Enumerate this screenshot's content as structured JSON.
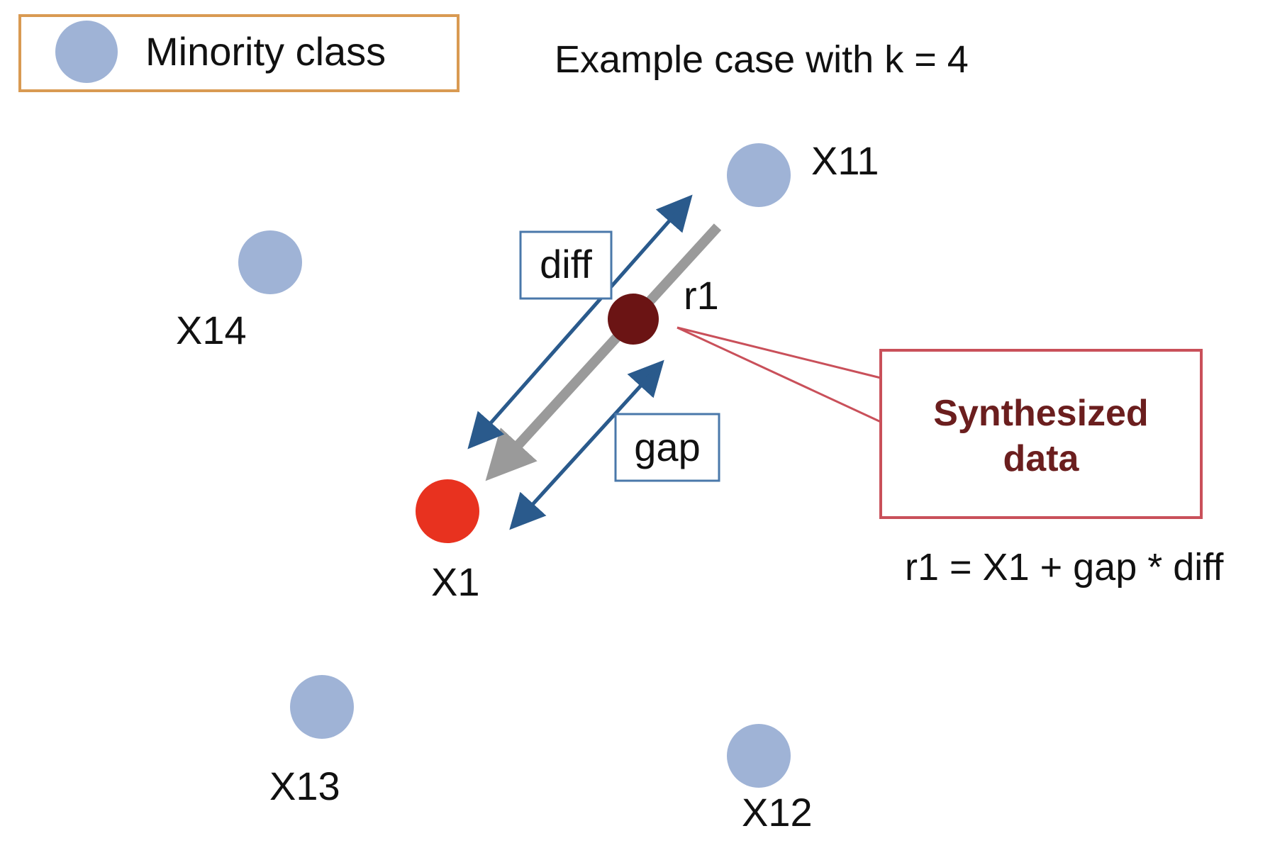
{
  "legend": {
    "label": "Minority class"
  },
  "title": "Example case with k = 4",
  "points": {
    "x1": "X1",
    "x11": "X11",
    "x12": "X12",
    "x13": "X13",
    "x14": "X14",
    "r1": "r1"
  },
  "boxes": {
    "diff": "diff",
    "gap": "gap"
  },
  "callout": {
    "line1": "Synthesized",
    "line2": "data"
  },
  "formula": "r1 = X1 + gap * diff",
  "colors": {
    "minority": "#9fb3d6",
    "x1_point": "#e8321f",
    "synthesized_point": "#6b1414",
    "legend_border": "#d99a52",
    "arrow_blue": "#2a5a8c",
    "arrow_gray": "#9a9a9a",
    "callout_border": "#c9505a",
    "callout_text": "#6b1e1e",
    "label_box_border": "#4a78aa"
  }
}
